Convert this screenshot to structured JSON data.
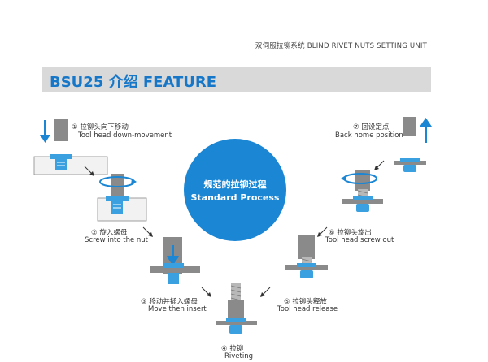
{
  "header": {
    "tag": "双伺服拉铆系统 BLIND RIVET NUTS SETTING UNIT"
  },
  "title": {
    "text": "BSU25 介绍 FEATURE"
  },
  "center": {
    "zh": "规范的拉铆过程",
    "en": "Standard Process"
  },
  "steps": [
    {
      "zh": "① 拉铆头向下移动",
      "en": "Tool head down-movement"
    },
    {
      "zh": "② 旋入螺母",
      "en": "Screw into the nut"
    },
    {
      "zh": "③ 移动并插入螺母",
      "en": "Move then insert"
    },
    {
      "zh": "④ 拉铆",
      "en": "Riveting"
    },
    {
      "zh": "⑤ 拉铆头释放",
      "en": "Tool head release"
    },
    {
      "zh": "⑥ 拉铆头旋出",
      "en": "Tool head screw out"
    },
    {
      "zh": "⑦ 回设定点",
      "en": "Back home position"
    }
  ],
  "colors": {
    "accent": "#1b86d4",
    "title": "#1677c9",
    "bar": "#d9d9d9",
    "tool": "#8a8a8a",
    "part": "#3aa0e0"
  }
}
